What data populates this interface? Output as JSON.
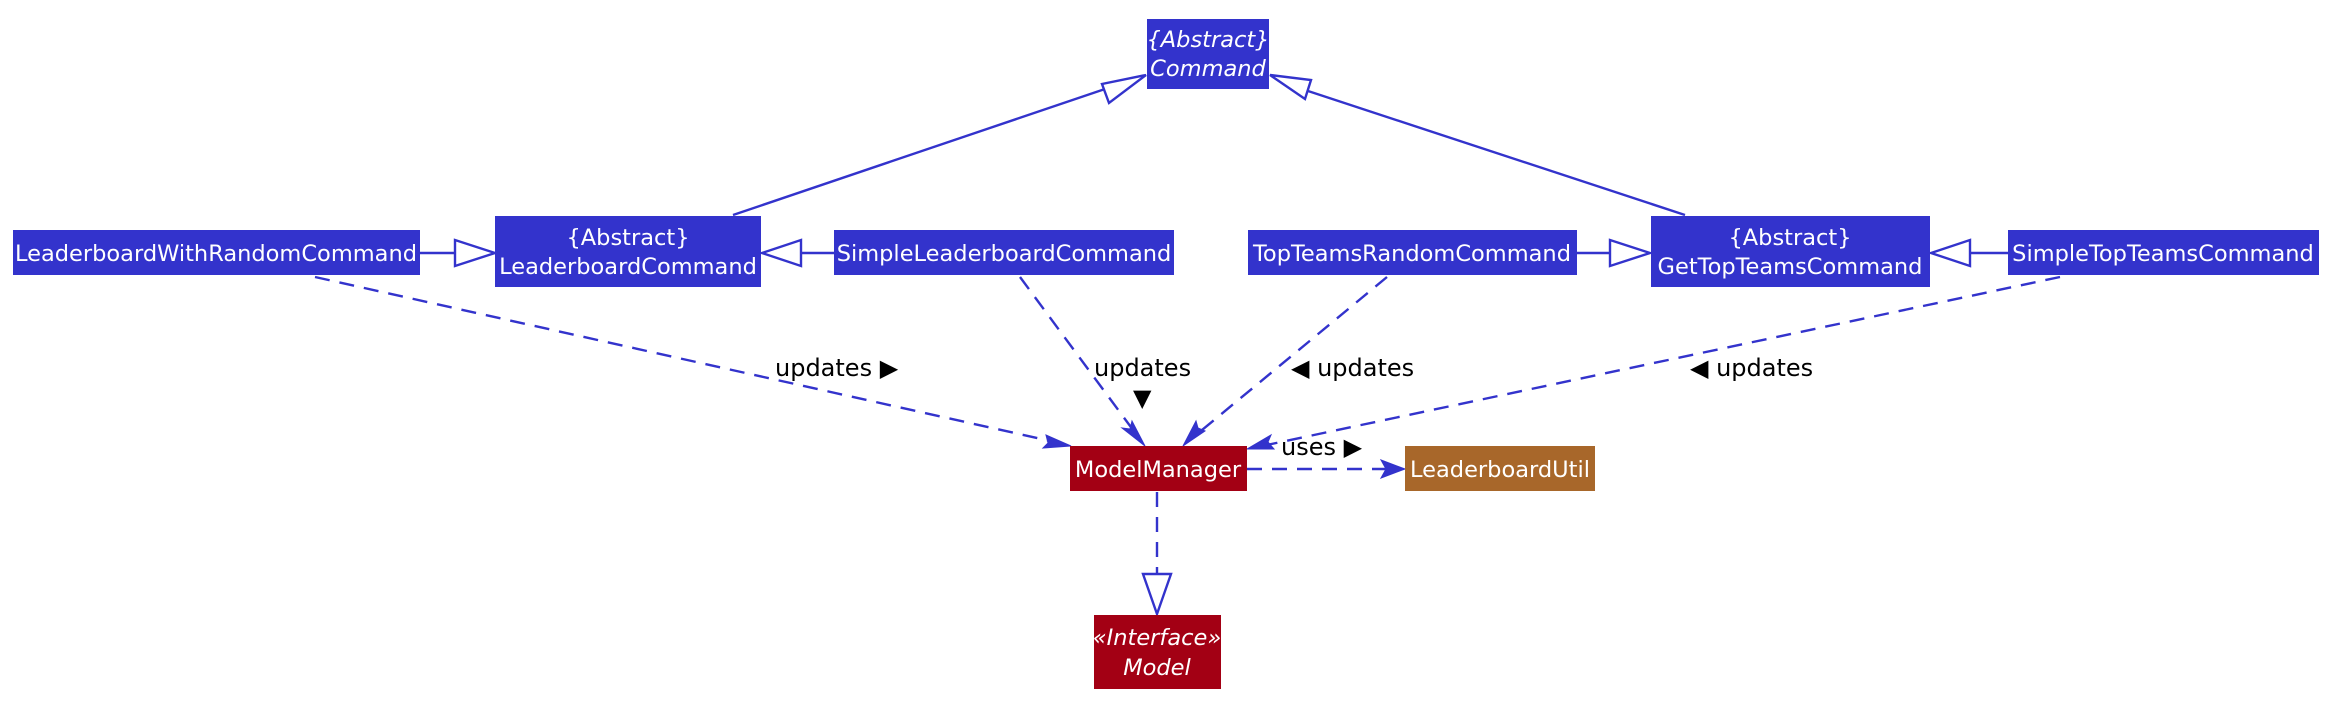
{
  "colors": {
    "command_fill": "#3333cc",
    "model_fill": "#a30014",
    "util_fill": "#a8672a",
    "edge": "#3333cc",
    "text_on_box": "#ffffff",
    "label_text": "#000000"
  },
  "nodes": {
    "command": {
      "line1": "{Abstract}",
      "line2": "Command"
    },
    "leaderboard_command": {
      "line1": "{Abstract}",
      "line2": "LeaderboardCommand"
    },
    "get_top_teams_command": {
      "line1": "{Abstract}",
      "line2": "GetTopTeamsCommand"
    },
    "leaderboard_with_random_command": {
      "label": "LeaderboardWithRandomCommand"
    },
    "simple_leaderboard_command": {
      "label": "SimpleLeaderboardCommand"
    },
    "top_teams_random_command": {
      "label": "TopTeamsRandomCommand"
    },
    "simple_top_teams_command": {
      "label": "SimpleTopTeamsCommand"
    },
    "model_manager": {
      "label": "ModelManager"
    },
    "leaderboard_util": {
      "label": "LeaderboardUtil"
    },
    "model": {
      "line1": "«Interface»",
      "line2": "Model"
    }
  },
  "edge_labels": {
    "lwrc_updates": "updates ▶",
    "slc_updates_line1": "updates",
    "slc_updates_line2": "▼",
    "ttrc_updates": "◀ updates",
    "sttc_updates": "◀ updates",
    "mm_uses": "uses ▶"
  }
}
